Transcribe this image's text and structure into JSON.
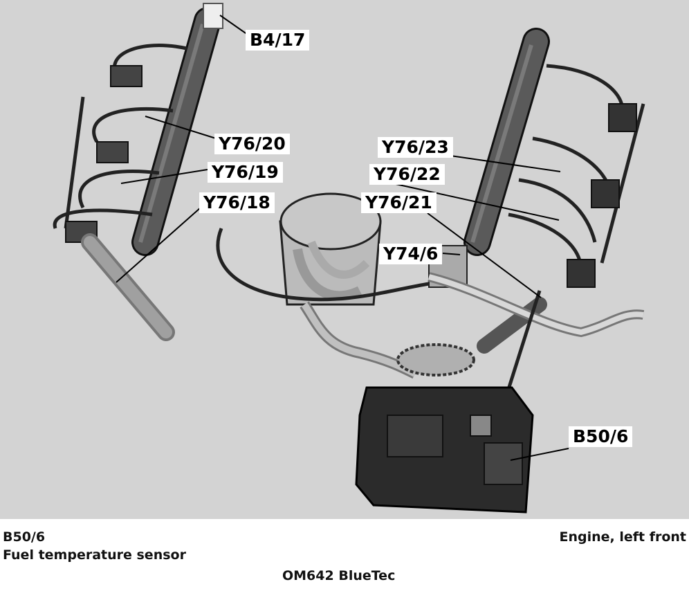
{
  "callouts": {
    "b4_17": "B4/17",
    "y76_20": "Y76/20",
    "y76_19": "Y76/19",
    "y76_18": "Y76/18",
    "y76_23": "Y76/23",
    "y76_22": "Y76/22",
    "y76_21": "Y76/21",
    "y74_6": "Y74/6",
    "b50_6": "B50/6"
  },
  "caption": {
    "component_code": "B50/6",
    "component_name": "Fuel temperature sensor",
    "location": "Engine, left front",
    "engine": "OM642 BlueTec"
  },
  "colors": {
    "background": "#d3d3d3",
    "rail": "#555555",
    "pump": "#2a2a2a",
    "pipe": "#9a9a9a",
    "outline": "#111111"
  }
}
